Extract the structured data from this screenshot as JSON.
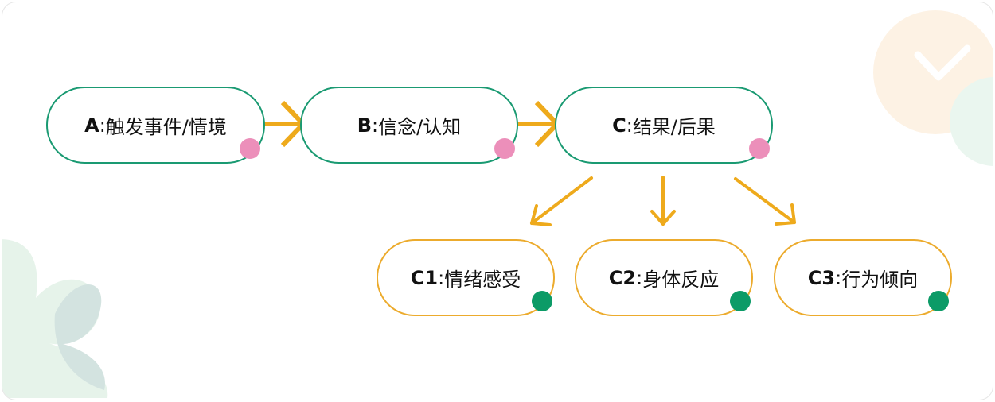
{
  "diagram": {
    "chain": [
      {
        "code": "A",
        "label": "触发事件/情境"
      },
      {
        "code": "B",
        "label": "信念/认知"
      },
      {
        "code": "C",
        "label": "结果/后果"
      }
    ],
    "outcomes": [
      {
        "code": "C1",
        "label": "情绪感受"
      },
      {
        "code": "C2",
        "label": "身体反应"
      },
      {
        "code": "C3",
        "label": "行为倾向"
      }
    ],
    "separator": ": "
  },
  "colors": {
    "primary_border": "#1a9a72",
    "secondary_border": "#ecab2d",
    "arrow": "#eeaa1c",
    "pink_dot": "#ec8fba",
    "green_dot": "#0c9b67"
  }
}
